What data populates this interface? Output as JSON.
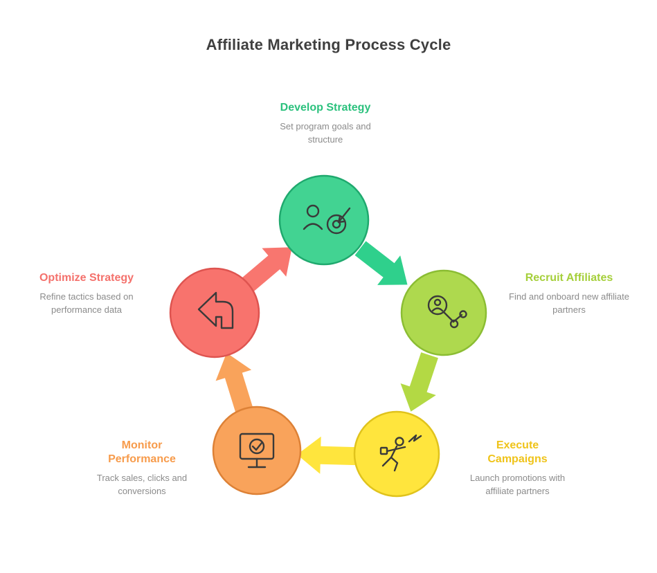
{
  "title": "Affiliate Marketing Process Cycle",
  "nodes": [
    {
      "id": "develop-strategy",
      "label": "Develop Strategy",
      "desc": "Set program goals and structure",
      "color": "#42d392",
      "stroke": "#1fa96e",
      "label_color": "#2bc17d",
      "icon": "person-target-icon"
    },
    {
      "id": "recruit-affiliates",
      "label": "Recruit Affiliates",
      "desc": "Find and onboard new affiliate partners",
      "color": "#aed94e",
      "stroke": "#8bbd33",
      "label_color": "#a5cf3a",
      "icon": "person-network-icon"
    },
    {
      "id": "execute-campaigns",
      "label": "Execute Campaigns",
      "desc": "Launch promotions with affiliate partners",
      "color": "#ffe53d",
      "stroke": "#e0c31c",
      "label_color": "#efc319",
      "icon": "running-person-icon"
    },
    {
      "id": "monitor-performance",
      "label": "Monitor Performance",
      "desc": "Track sales, clicks and conversions",
      "color": "#f9a35b",
      "stroke": "#dd8136",
      "label_color": "#f79b4b",
      "icon": "monitor-check-icon"
    },
    {
      "id": "optimize-strategy",
      "label": "Optimize Strategy",
      "desc": "Refine tactics based on performance data",
      "color": "#f8736d",
      "stroke": "#de5450",
      "label_color": "#f4716c",
      "icon": "bent-arrow-icon"
    }
  ],
  "arrows": [
    {
      "from": "develop-strategy",
      "to": "recruit-affiliates",
      "color": "#2fd08c"
    },
    {
      "from": "recruit-affiliates",
      "to": "execute-campaigns",
      "color": "#b3d944"
    },
    {
      "from": "execute-campaigns",
      "to": "monitor-performance",
      "color": "#ffe53d"
    },
    {
      "from": "monitor-performance",
      "to": "optimize-strategy",
      "color": "#f9a35b"
    },
    {
      "from": "optimize-strategy",
      "to": "develop-strategy",
      "color": "#f8766f"
    }
  ]
}
